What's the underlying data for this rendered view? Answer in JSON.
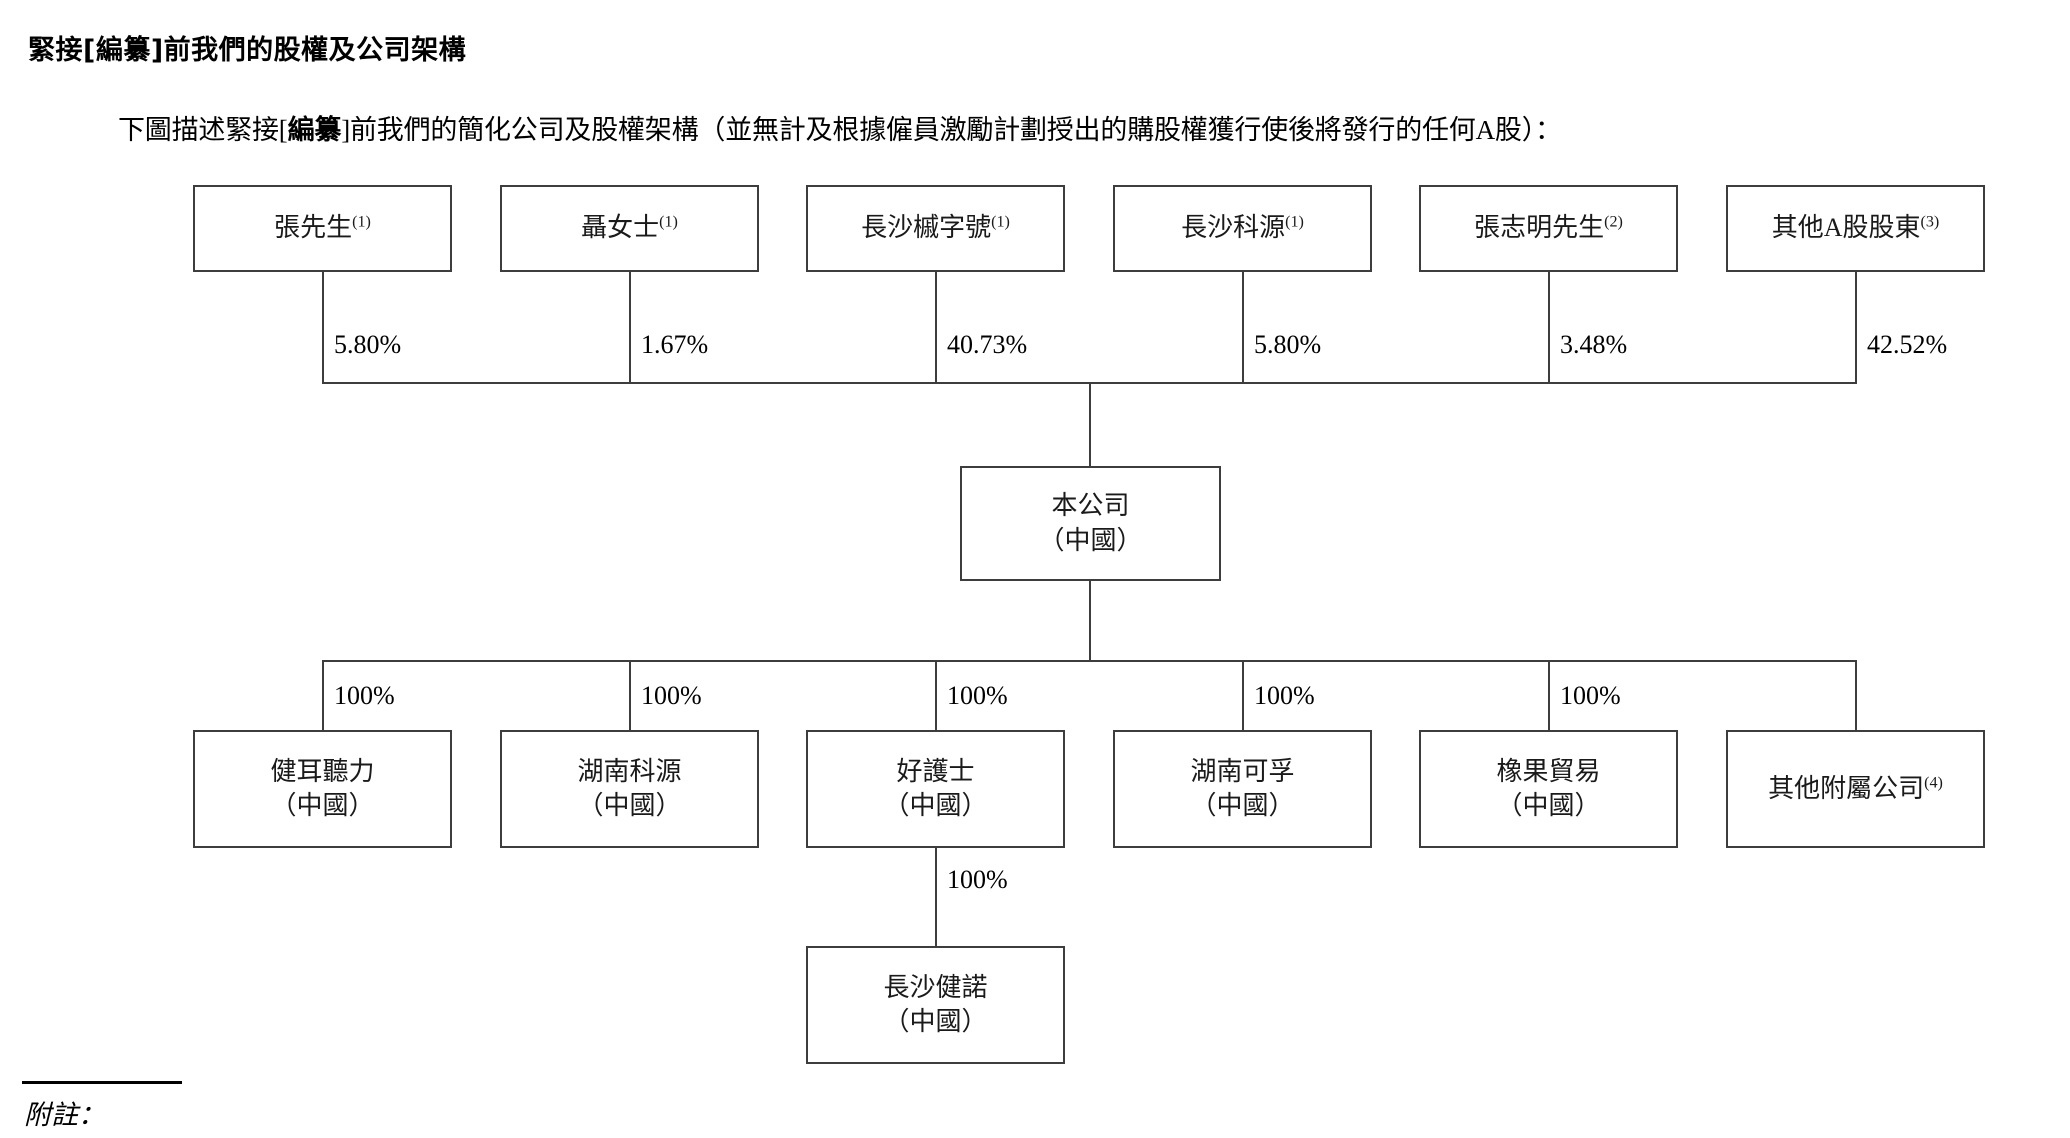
{
  "page": {
    "title": "緊接[編纂]前我們的股權及公司架構",
    "intro_before": "下圖描述緊接[",
    "intro_emph": "編纂",
    "intro_after": "]前我們的簡化公司及股權架構（並無計及根據僱員激勵計劃授出的購股權獲行使後將發行的任何A股）：",
    "footnote_label": "附註："
  },
  "chart_data": {
    "type": "diagram",
    "title": "緊接[編纂]前我們的股權及公司架構",
    "shareholders": [
      {
        "name": "張先生",
        "note": "(1)",
        "stake": "5.80%"
      },
      {
        "name": "聶女士",
        "note": "(1)",
        "stake": "1.67%"
      },
      {
        "name": "長沙槭字號",
        "note": "(1)",
        "stake": "40.73%"
      },
      {
        "name": "長沙科源",
        "note": "(1)",
        "stake": "5.80%"
      },
      {
        "name": "張志明先生",
        "note": "(2)",
        "stake": "3.48%"
      },
      {
        "name": "其他A股股東",
        "note": "(3)",
        "stake": "42.52%"
      }
    ],
    "company": {
      "name": "本公司",
      "jurisdiction": "（中國）"
    },
    "subsidiaries": [
      {
        "name": "健耳聽力",
        "jurisdiction": "（中國）",
        "note": "",
        "stake": "100%"
      },
      {
        "name": "湖南科源",
        "jurisdiction": "（中國）",
        "note": "",
        "stake": "100%"
      },
      {
        "name": "好護士",
        "jurisdiction": "（中國）",
        "note": "",
        "stake": "100%"
      },
      {
        "name": "湖南可孚",
        "jurisdiction": "（中國）",
        "note": "",
        "stake": "100%"
      },
      {
        "name": "橡果貿易",
        "jurisdiction": "（中國）",
        "note": "",
        "stake": "100%"
      },
      {
        "name": "其他附屬公司",
        "jurisdiction": "",
        "note": "(4)",
        "stake": ""
      }
    ],
    "sub_subsidiary": {
      "parent": "好護士",
      "name": "長沙健諾",
      "jurisdiction": "（中國）",
      "stake": "100%"
    }
  }
}
